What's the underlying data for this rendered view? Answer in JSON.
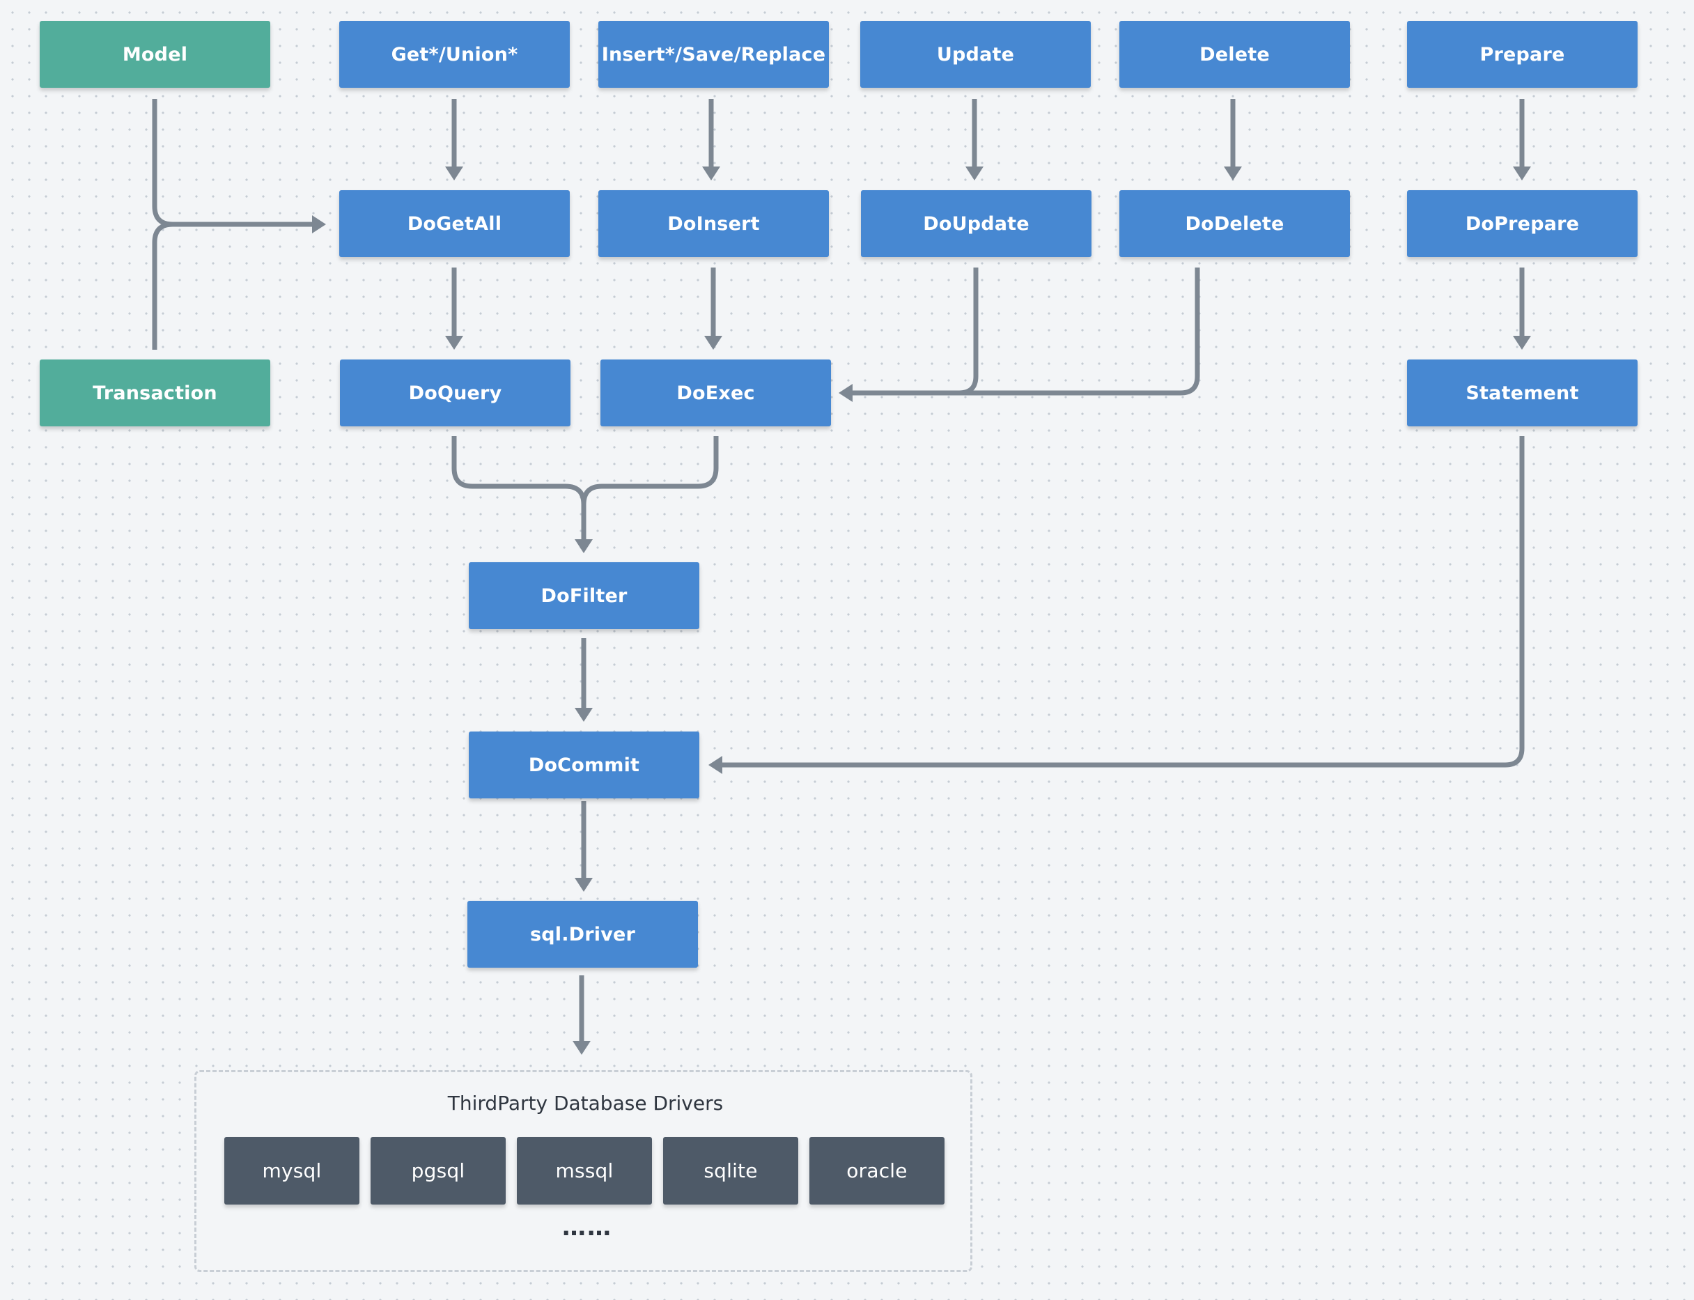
{
  "nodes": {
    "model": "Model",
    "transaction": "Transaction",
    "get_union": "Get*/Union*",
    "insert_save_replace": "Insert*/Save/Replace",
    "update": "Update",
    "delete": "Delete",
    "prepare": "Prepare",
    "do_get_all": "DoGetAll",
    "do_insert": "DoInsert",
    "do_update": "DoUpdate",
    "do_delete": "DoDelete",
    "do_prepare": "DoPrepare",
    "do_query": "DoQuery",
    "do_exec": "DoExec",
    "statement": "Statement",
    "do_filter": "DoFilter",
    "do_commit": "DoCommit",
    "sql_driver": "sql.Driver"
  },
  "third_party": {
    "title": "ThirdParty Database Drivers",
    "drivers": [
      "mysql",
      "pgsql",
      "mssql",
      "sqlite",
      "oracle"
    ],
    "more": "……"
  },
  "colors": {
    "api_node": "#4788d2",
    "entry_node": "#52ad9b",
    "driver_node": "#4e5a68",
    "connector": "#7d8792",
    "background": "#f3f5f7"
  }
}
